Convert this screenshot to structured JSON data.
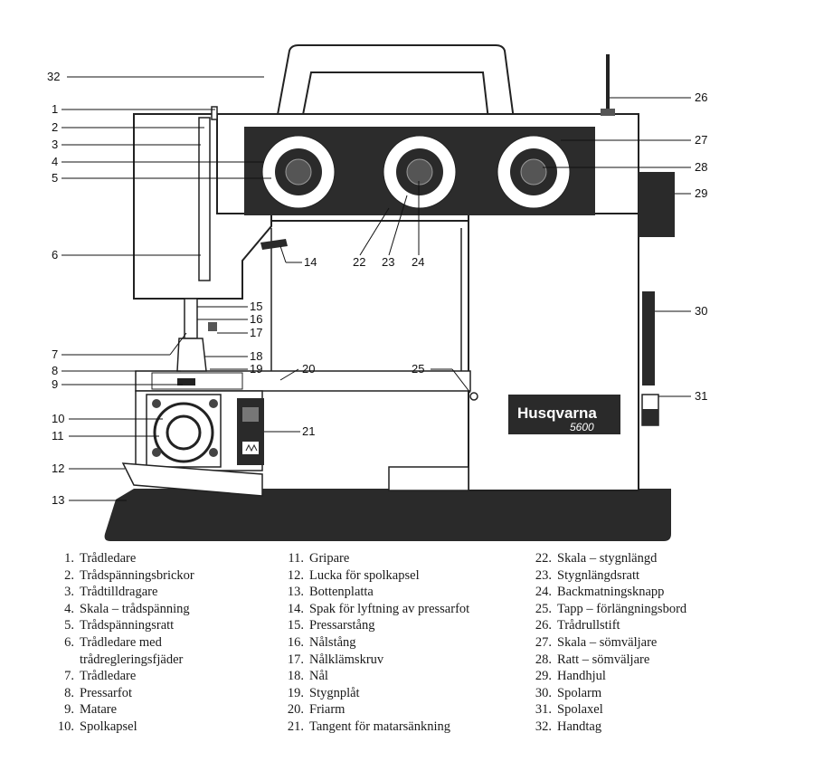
{
  "machine": {
    "brand": "Husqvarna",
    "model": "5600"
  },
  "callouts": [
    "1",
    "2",
    "3",
    "4",
    "5",
    "6",
    "7",
    "8",
    "9",
    "10",
    "11",
    "12",
    "13",
    "14",
    "15",
    "16",
    "17",
    "18",
    "19",
    "20",
    "21",
    "22",
    "23",
    "24",
    "25",
    "26",
    "27",
    "28",
    "29",
    "30",
    "31",
    "32"
  ],
  "legend": {
    "col1": [
      {
        "n": "1.",
        "t": "Trådledare"
      },
      {
        "n": "2.",
        "t": "Trådspänningsbrickor"
      },
      {
        "n": "3.",
        "t": "Trådtilldragare"
      },
      {
        "n": "4.",
        "t": "Skala – trådspänning"
      },
      {
        "n": "5.",
        "t": "Trådspänningsratt"
      },
      {
        "n": "6.",
        "t": "Trådledare med"
      },
      {
        "n": "",
        "t": "trådregleringsfjäder"
      },
      {
        "n": "7.",
        "t": "Trådledare"
      },
      {
        "n": "8.",
        "t": "Pressarfot"
      },
      {
        "n": "9.",
        "t": "Matare"
      },
      {
        "n": "10.",
        "t": "Spolkapsel"
      }
    ],
    "col2": [
      {
        "n": "11.",
        "t": "Gripare"
      },
      {
        "n": "12.",
        "t": "Lucka för spolkapsel"
      },
      {
        "n": "13.",
        "t": "Bottenplatta"
      },
      {
        "n": "14.",
        "t": "Spak för lyftning av pressarfot"
      },
      {
        "n": "15.",
        "t": "Pressarstång"
      },
      {
        "n": "16.",
        "t": "Nålstång"
      },
      {
        "n": "17.",
        "t": "Nålklämskruv"
      },
      {
        "n": "18.",
        "t": "Nål"
      },
      {
        "n": "19.",
        "t": "Stygnplåt"
      },
      {
        "n": "20.",
        "t": "Friarm"
      },
      {
        "n": "21.",
        "t": "Tangent för matarsänkning"
      }
    ],
    "col3": [
      {
        "n": "22.",
        "t": "Skala – stygnlängd"
      },
      {
        "n": "23.",
        "t": "Stygnlängdsratt"
      },
      {
        "n": "24.",
        "t": "Backmatningsknapp"
      },
      {
        "n": "25.",
        "t": "Tapp – förlängningsbord"
      },
      {
        "n": "26.",
        "t": "Trådrullstift"
      },
      {
        "n": "27.",
        "t": "Skala – sömväljare"
      },
      {
        "n": "28.",
        "t": "Ratt – sömväljare"
      },
      {
        "n": "29.",
        "t": "Handhjul"
      },
      {
        "n": "30.",
        "t": "Spolarm"
      },
      {
        "n": "31.",
        "t": "Spolaxel"
      },
      {
        "n": "32.",
        "t": "Handtag"
      }
    ]
  }
}
